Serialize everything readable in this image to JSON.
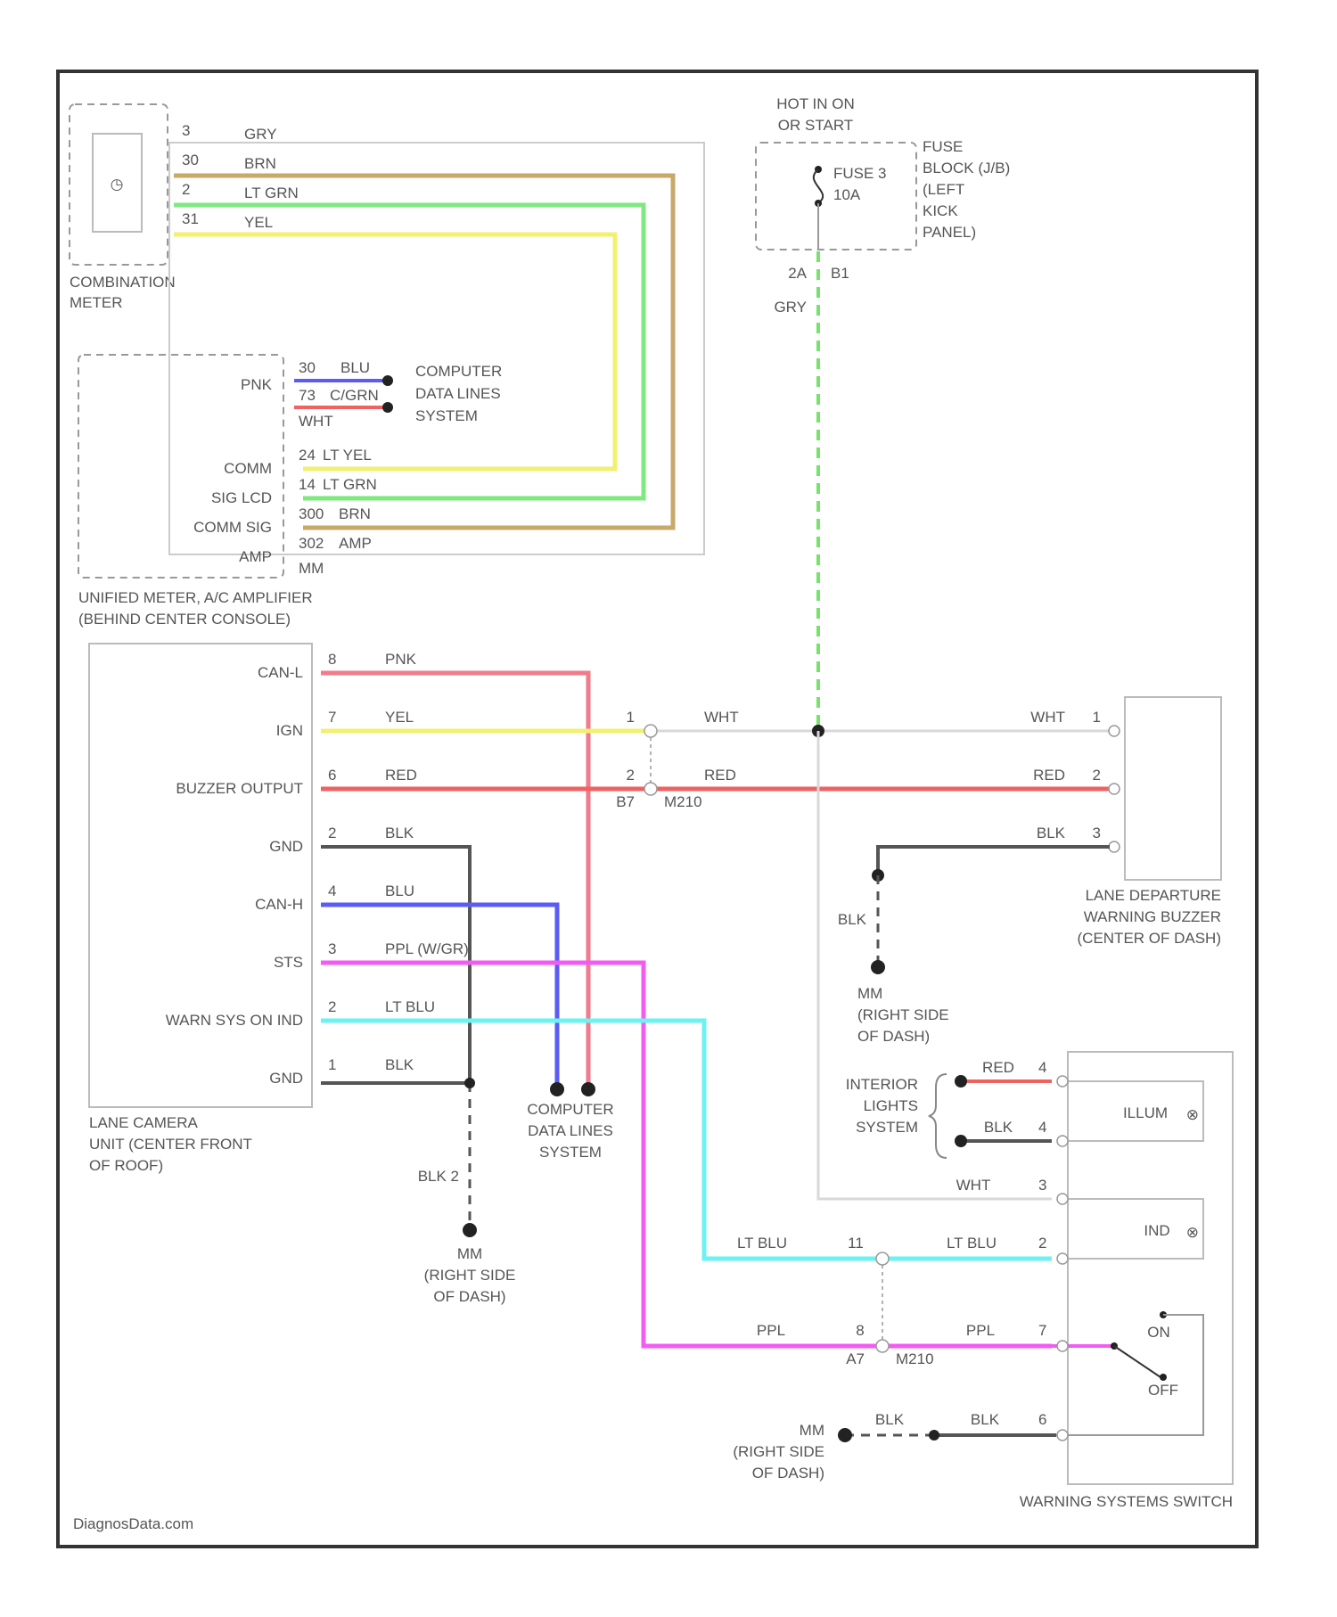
{
  "colors": {
    "GRY": "#bdbdbd",
    "BRN": "#c9a86a",
    "LTGRN": "#7fe87f",
    "YEL": "#f2f070",
    "BLU": "#5b5bf5",
    "RED": "#f06262",
    "PNK": "#f27a8a",
    "BLK": "#555555",
    "PPL": "#f25cf2",
    "LTBLU": "#6cf2f2",
    "WHT": "#d8d8d8",
    "GRY_DASH": "#77e36a"
  },
  "hot_label": [
    "HOT IN ON",
    "OR START"
  ],
  "fuse": {
    "name": [
      "FUSE 3",
      "10A"
    ],
    "block": [
      "FUSE",
      "BLOCK (J/B)",
      "(LEFT",
      "KICK",
      "PANEL)"
    ],
    "pin_a": "2A",
    "pin_b": "B1",
    "wire": "GRY"
  },
  "combination_meter": {
    "label": [
      "COMBINATION",
      "METER"
    ],
    "pins": [
      {
        "pin": "3",
        "wire": "GRY"
      },
      {
        "pin": "30",
        "wire": "BRN"
      },
      {
        "pin": "2",
        "wire": "LT GRN"
      },
      {
        "pin": "31",
        "wire": "YEL"
      }
    ]
  },
  "amplifier": {
    "label": [
      "UNIFIED METER, A/C AMPLIFIER",
      "(BEHIND CENTER CONSOLE)"
    ],
    "left": [
      "PNK",
      "COMM",
      "SIG LCD",
      "COMM SIG",
      "AMP"
    ],
    "rows": [
      {
        "pin": "30",
        "wire": "BLU"
      },
      {
        "pin": "73",
        "wire": "C/GRN"
      },
      {
        "pin": "",
        "wire": "WHT"
      },
      {
        "pin": "24",
        "wire": "LT YEL"
      },
      {
        "pin": "14",
        "wire": "LT GRN"
      },
      {
        "pin": "300",
        "wire": "BRN"
      },
      {
        "pin": "302",
        "wire": "AMP"
      },
      {
        "pin": "",
        "wire": "MM"
      }
    ],
    "data_lines": [
      "COMPUTER",
      "DATA LINES",
      "SYSTEM"
    ]
  },
  "camera": {
    "label": [
      "LANE CAMERA",
      "UNIT (CENTER FRONT",
      "OF ROOF)"
    ],
    "rows": [
      {
        "name": "CAN-L",
        "pin": "8",
        "wire": "PNK"
      },
      {
        "name": "IGN",
        "pin": "7",
        "wire": "YEL"
      },
      {
        "name": "BUZZER OUTPUT",
        "pin": "6",
        "wire": "RED"
      },
      {
        "name": "GND",
        "pin": "2",
        "wire": "BLK"
      },
      {
        "name": "CAN-H",
        "pin": "4",
        "wire": "BLU"
      },
      {
        "name": "STS",
        "pin": "3",
        "wire": "PPL (W/GR)"
      },
      {
        "name": "WARN SYS ON IND",
        "pin": "2",
        "wire": "LT BLU"
      },
      {
        "name": "GND",
        "pin": "1",
        "wire": "BLK"
      }
    ]
  },
  "junction1": {
    "pin1": "1",
    "pin2": "2",
    "wire1": "WHT",
    "wire2": "RED",
    "conn": "B7",
    "conn2": "M210"
  },
  "buzzer": {
    "label": [
      "LANE DEPARTURE",
      "WARNING BUZZER",
      "(CENTER OF DASH)"
    ],
    "rows": [
      {
        "wire": "WHT",
        "pin": "1"
      },
      {
        "wire": "RED",
        "pin": "2"
      },
      {
        "wire": "BLK",
        "pin": "3"
      }
    ]
  },
  "ground_right": {
    "wire": "BLK",
    "label": [
      "MM",
      "(RIGHT SIDE",
      "OF DASH)"
    ]
  },
  "ground_left": {
    "wire": "BLK 2",
    "label": [
      "MM",
      "(RIGHT SIDE",
      "OF DASH)"
    ]
  },
  "ground_switch": {
    "wire1": "BLK",
    "wire2": "BLK",
    "pin": "6",
    "label": [
      "MM",
      "(RIGHT SIDE",
      "OF DASH)"
    ]
  },
  "data_lines_bottom": [
    "COMPUTER",
    "DATA LINES",
    "SYSTEM"
  ],
  "interior": {
    "label": [
      "INTERIOR",
      "LIGHTS",
      "SYSTEM"
    ],
    "red": "RED",
    "red_pin": "4",
    "blk": "BLK",
    "blk_pin": "4"
  },
  "switch": {
    "label": "WARNING SYSTEMS SWITCH",
    "illum": "ILLUM",
    "ind": "IND",
    "on": "ON",
    "off": "OFF",
    "wht": "WHT",
    "wht_pin": "3",
    "ltblu_a": "LT BLU",
    "ltblu_a_pin": "11",
    "ltblu_b": "LT BLU",
    "ltblu_b_pin": "2",
    "ppl_a": "PPL",
    "ppl_a_pin": "8",
    "ppl_b": "PPL",
    "ppl_b_pin": "7",
    "conn": "A7",
    "conn2": "M210"
  },
  "watermark": "DiagnosData.com"
}
